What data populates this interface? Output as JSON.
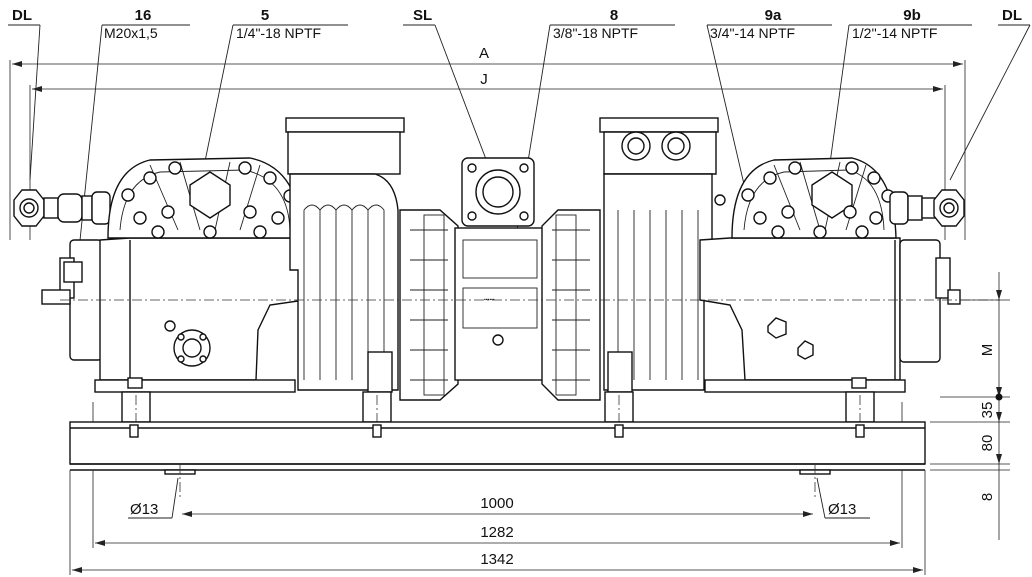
{
  "callouts": [
    {
      "id": "dl_left",
      "label": "DL",
      "spec": ""
    },
    {
      "id": "c16",
      "label": "16",
      "spec": "M20x1,5"
    },
    {
      "id": "c5",
      "label": "5",
      "spec": "1/4\"-18 NPTF"
    },
    {
      "id": "sl",
      "label": "SL",
      "spec": ""
    },
    {
      "id": "c8",
      "label": "8",
      "spec": "3/8\"-18 NPTF"
    },
    {
      "id": "c9a",
      "label": "9a",
      "spec": "3/4\"-14 NPTF"
    },
    {
      "id": "c9b",
      "label": "9b",
      "spec": "1/2''-14 NPTF"
    },
    {
      "id": "dl_right",
      "label": "DL",
      "spec": ""
    }
  ],
  "dimensions": {
    "A": "A",
    "J": "J",
    "M": "M",
    "d35": "35",
    "d80": "80",
    "d8": "8",
    "hole_left": "Ø13",
    "hole_right": "Ø13",
    "d1000": "1000",
    "d1282": "1282",
    "d1342": "1342"
  },
  "colors": {
    "line": "#111111",
    "fill": "#ffffff"
  }
}
